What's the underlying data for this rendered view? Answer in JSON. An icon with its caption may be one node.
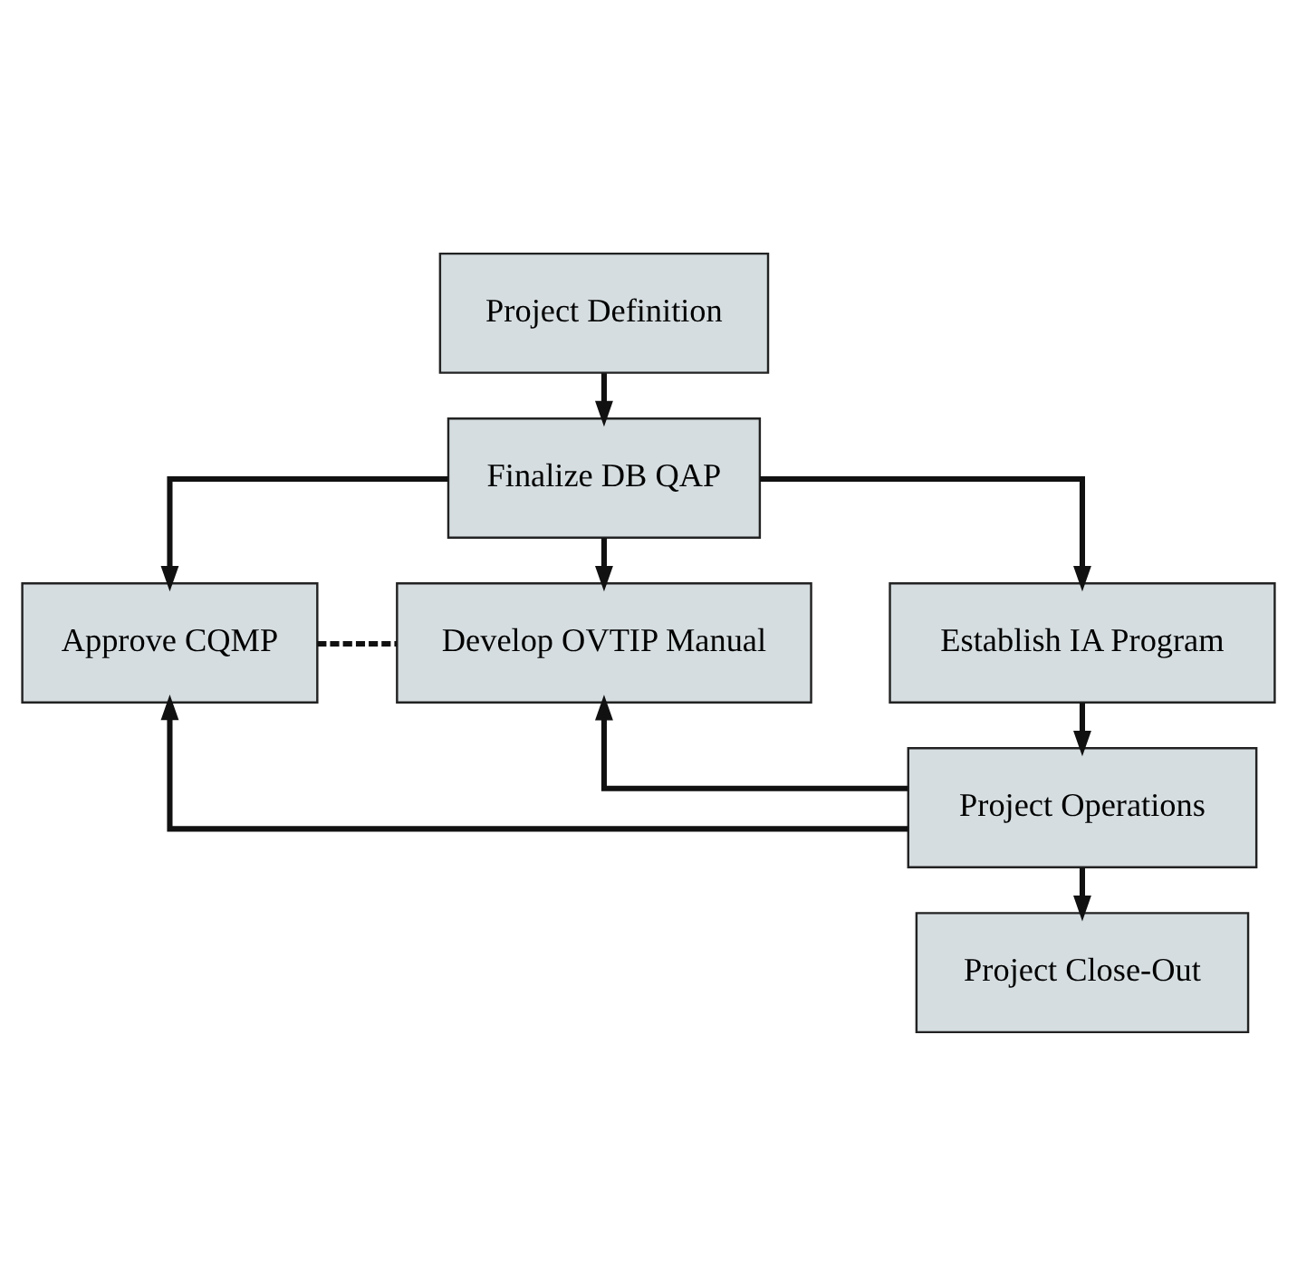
{
  "diagram": {
    "nodes": [
      {
        "text": [
          "Project Definition"
        ]
      },
      {
        "text": [
          "Finalize DB QAP"
        ]
      },
      {
        "text": [
          "Approve CQMP"
        ]
      },
      {
        "text": [
          "Develop OVTIP Manual"
        ]
      },
      {
        "text": [
          "Establish IA Program"
        ]
      },
      {
        "text": [
          "Project Operations"
        ]
      },
      {
        "text": [
          "Project Close-Out"
        ]
      }
    ],
    "edges": [
      {
        "from": 0,
        "to": 1,
        "arrow": "to"
      },
      {
        "from": 1,
        "to": 2,
        "arrow": "to"
      },
      {
        "from": 1,
        "to": 3,
        "arrow": "to"
      },
      {
        "from": 1,
        "to": 4,
        "arrow": "to"
      },
      {
        "from": 2,
        "to": 3,
        "arrow": "none",
        "style": "dashed"
      },
      {
        "from": 4,
        "to": 5,
        "arrow": "to"
      },
      {
        "from": 5,
        "to": 2,
        "arrow": "to"
      },
      {
        "from": 5,
        "to": 3,
        "arrow": "to"
      },
      {
        "from": 5,
        "to": 6,
        "arrow": "to"
      }
    ]
  }
}
